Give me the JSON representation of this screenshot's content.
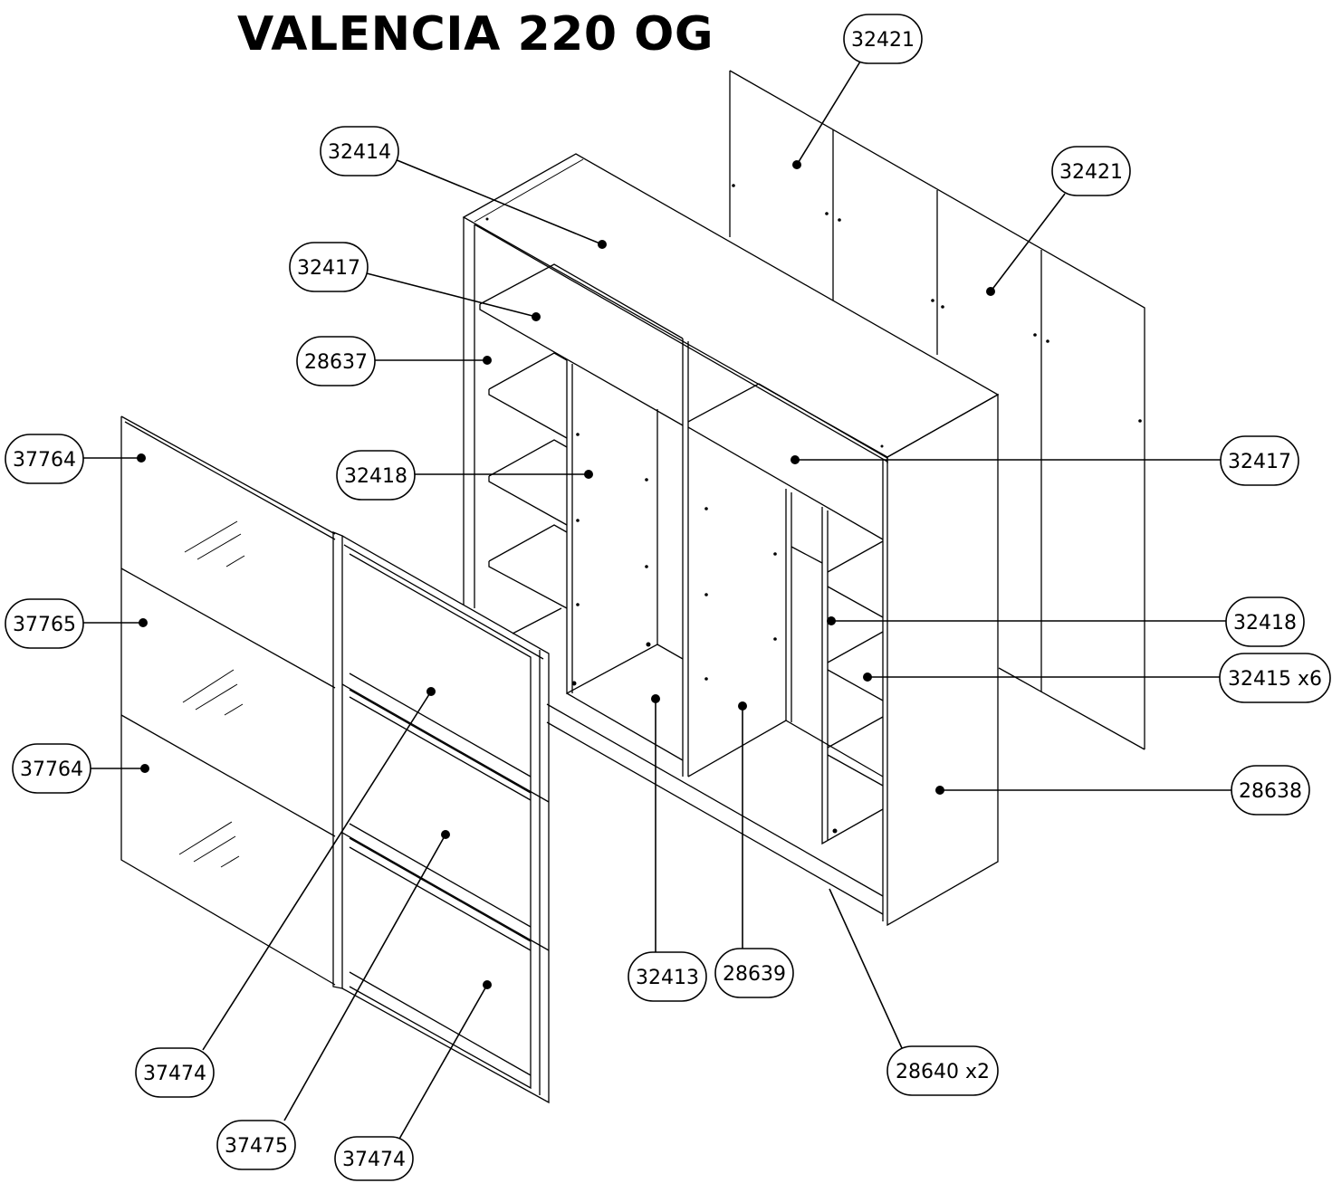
{
  "title": "VALENCIA 220 OG",
  "callouts": [
    {
      "id": "c1",
      "label": "32421"
    },
    {
      "id": "c2",
      "label": "32414"
    },
    {
      "id": "c3",
      "label": "32421"
    },
    {
      "id": "c4",
      "label": "32417"
    },
    {
      "id": "c5",
      "label": "28637"
    },
    {
      "id": "c6",
      "label": "37764"
    },
    {
      "id": "c7",
      "label": "32418"
    },
    {
      "id": "c8",
      "label": "32417"
    },
    {
      "id": "c9",
      "label": "37765"
    },
    {
      "id": "c10",
      "label": "32418"
    },
    {
      "id": "c11",
      "label": "32415 x6"
    },
    {
      "id": "c12",
      "label": "37764"
    },
    {
      "id": "c13",
      "label": "28638"
    },
    {
      "id": "c14",
      "label": "32413"
    },
    {
      "id": "c15",
      "label": "28639"
    },
    {
      "id": "c16",
      "label": "28640 x2"
    },
    {
      "id": "c17",
      "label": "37474"
    },
    {
      "id": "c18",
      "label": "37475"
    },
    {
      "id": "c19",
      "label": "37474"
    }
  ]
}
